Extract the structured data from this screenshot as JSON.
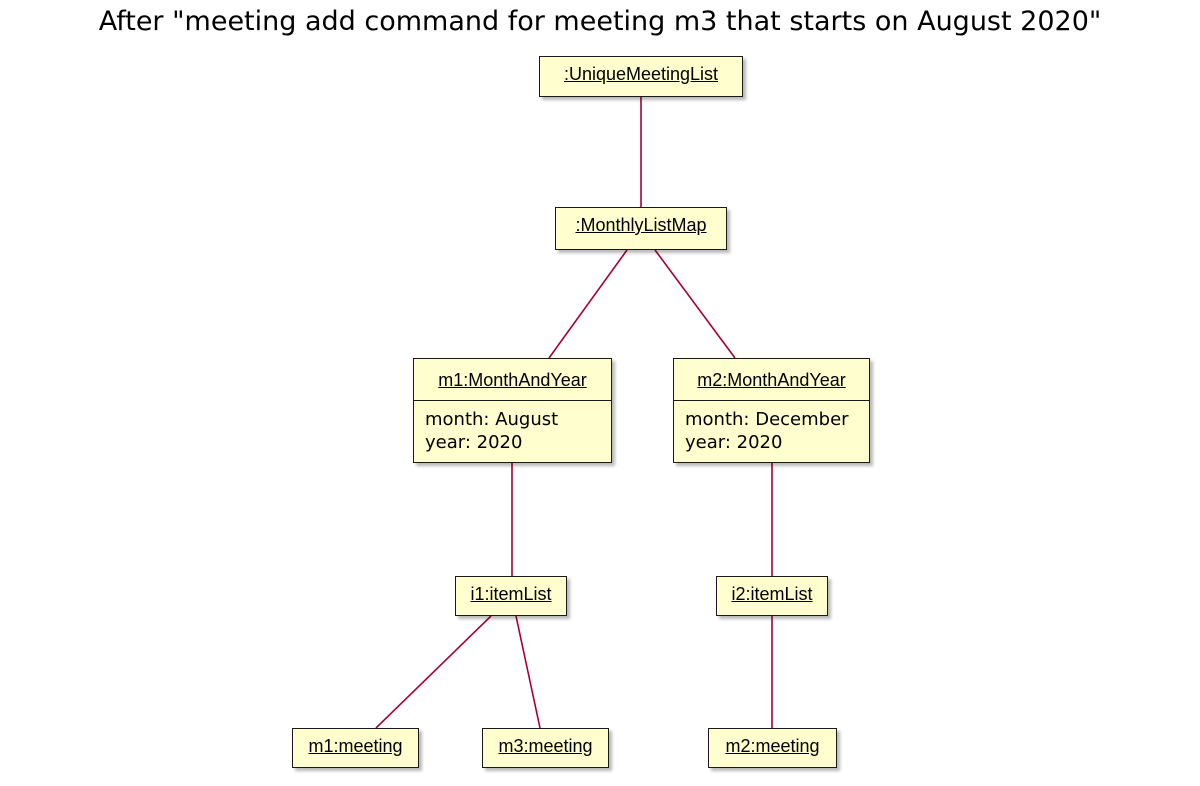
{
  "title": "After \"meeting add command for meeting m3 that starts on August 2020\"",
  "objects": {
    "unique_meeting_list": {
      "name": ":UniqueMeetingList"
    },
    "monthly_list_map": {
      "name": ":MonthlyListMap"
    },
    "m1_month_and_year": {
      "name": "m1:MonthAndYear",
      "month": "month: August",
      "year": "year: 2020"
    },
    "m2_month_and_year": {
      "name": "m2:MonthAndYear",
      "month": "month: December",
      "year": "year: 2020"
    },
    "i1_item_list": {
      "name": "i1:itemList"
    },
    "i2_item_list": {
      "name": "i2:itemList"
    },
    "m1_meeting": {
      "name": "m1:meeting"
    },
    "m3_meeting": {
      "name": "m3:meeting"
    },
    "m2_meeting": {
      "name": "m2:meeting"
    }
  },
  "colors": {
    "box_fill": "#FEFECE",
    "box_border": "#1a1a1a",
    "link": "#A80036"
  }
}
